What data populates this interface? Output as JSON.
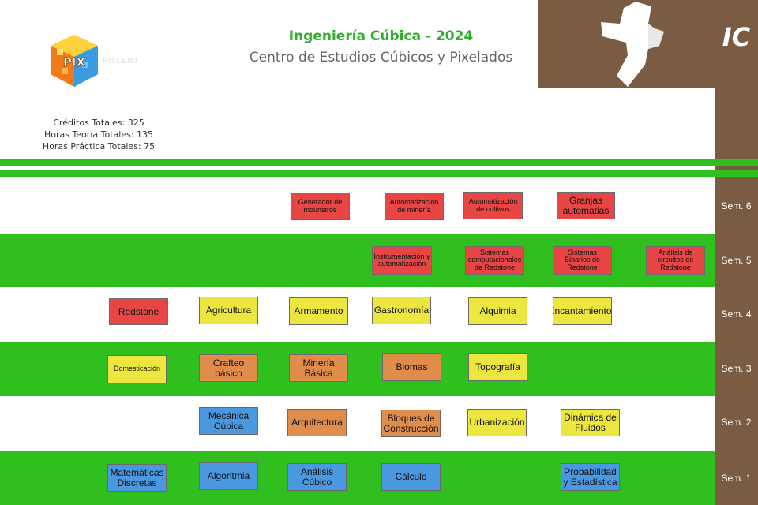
{
  "header": {
    "title": "Ingeniería Cúbica - 2024",
    "subtitle": "Centro de Estudios Cúbicos y Pixelados",
    "logo_text": "PIXLENT",
    "logo_letters": "PIX",
    "badge": "IC"
  },
  "stats": {
    "credits": "Créditos Totales: 325",
    "theory": "Horas Teoría Totales: 135",
    "practice": "Horas Práctica Totales: 75"
  },
  "semesters": {
    "s6": "Sem. 6",
    "s5": "Sem. 5",
    "s4": "Sem. 4",
    "s3": "Sem. 3",
    "s2": "Sem. 2",
    "s1": "Sem. 1"
  },
  "courses": {
    "s6": [
      "Generador de mounstros",
      "Automatización de minería",
      "Automatización de cultivos",
      "Granjas automatias"
    ],
    "s5": [
      "Instrumentación y automatización",
      "Sistemas computacionales de Redstone",
      "Sistemas Binarios de Redstone",
      "Análisis de circuitos de Redstone"
    ],
    "s4": [
      "Redstone",
      "Agricultura",
      "Armamento",
      "Gastronomía",
      "Alquimia",
      "Encantamientos"
    ],
    "s3": [
      "Domesticación",
      "Crafteo básico",
      "Minería Básica",
      "Biomas",
      "Topografía"
    ],
    "s2": [
      "Mecánica Cúbica",
      "Arquitectura",
      "Bloques de Construcción",
      "Urbanización",
      "Dinámica de Fluidos"
    ],
    "s1": [
      "Matemáticas Discretas",
      "Algoritmia",
      "Análisis Cúbico",
      "Cálculo",
      "Probabilidad y Estadística"
    ]
  },
  "colors": {
    "green": "#2fbf1f",
    "brown": "#7a5c43",
    "red": "#e84545",
    "yellow": "#ece63f",
    "orange": "#e08c4b",
    "blue": "#4a98e0"
  },
  "icons": [
    "cube-logo-icon",
    "cube-character-icon"
  ]
}
